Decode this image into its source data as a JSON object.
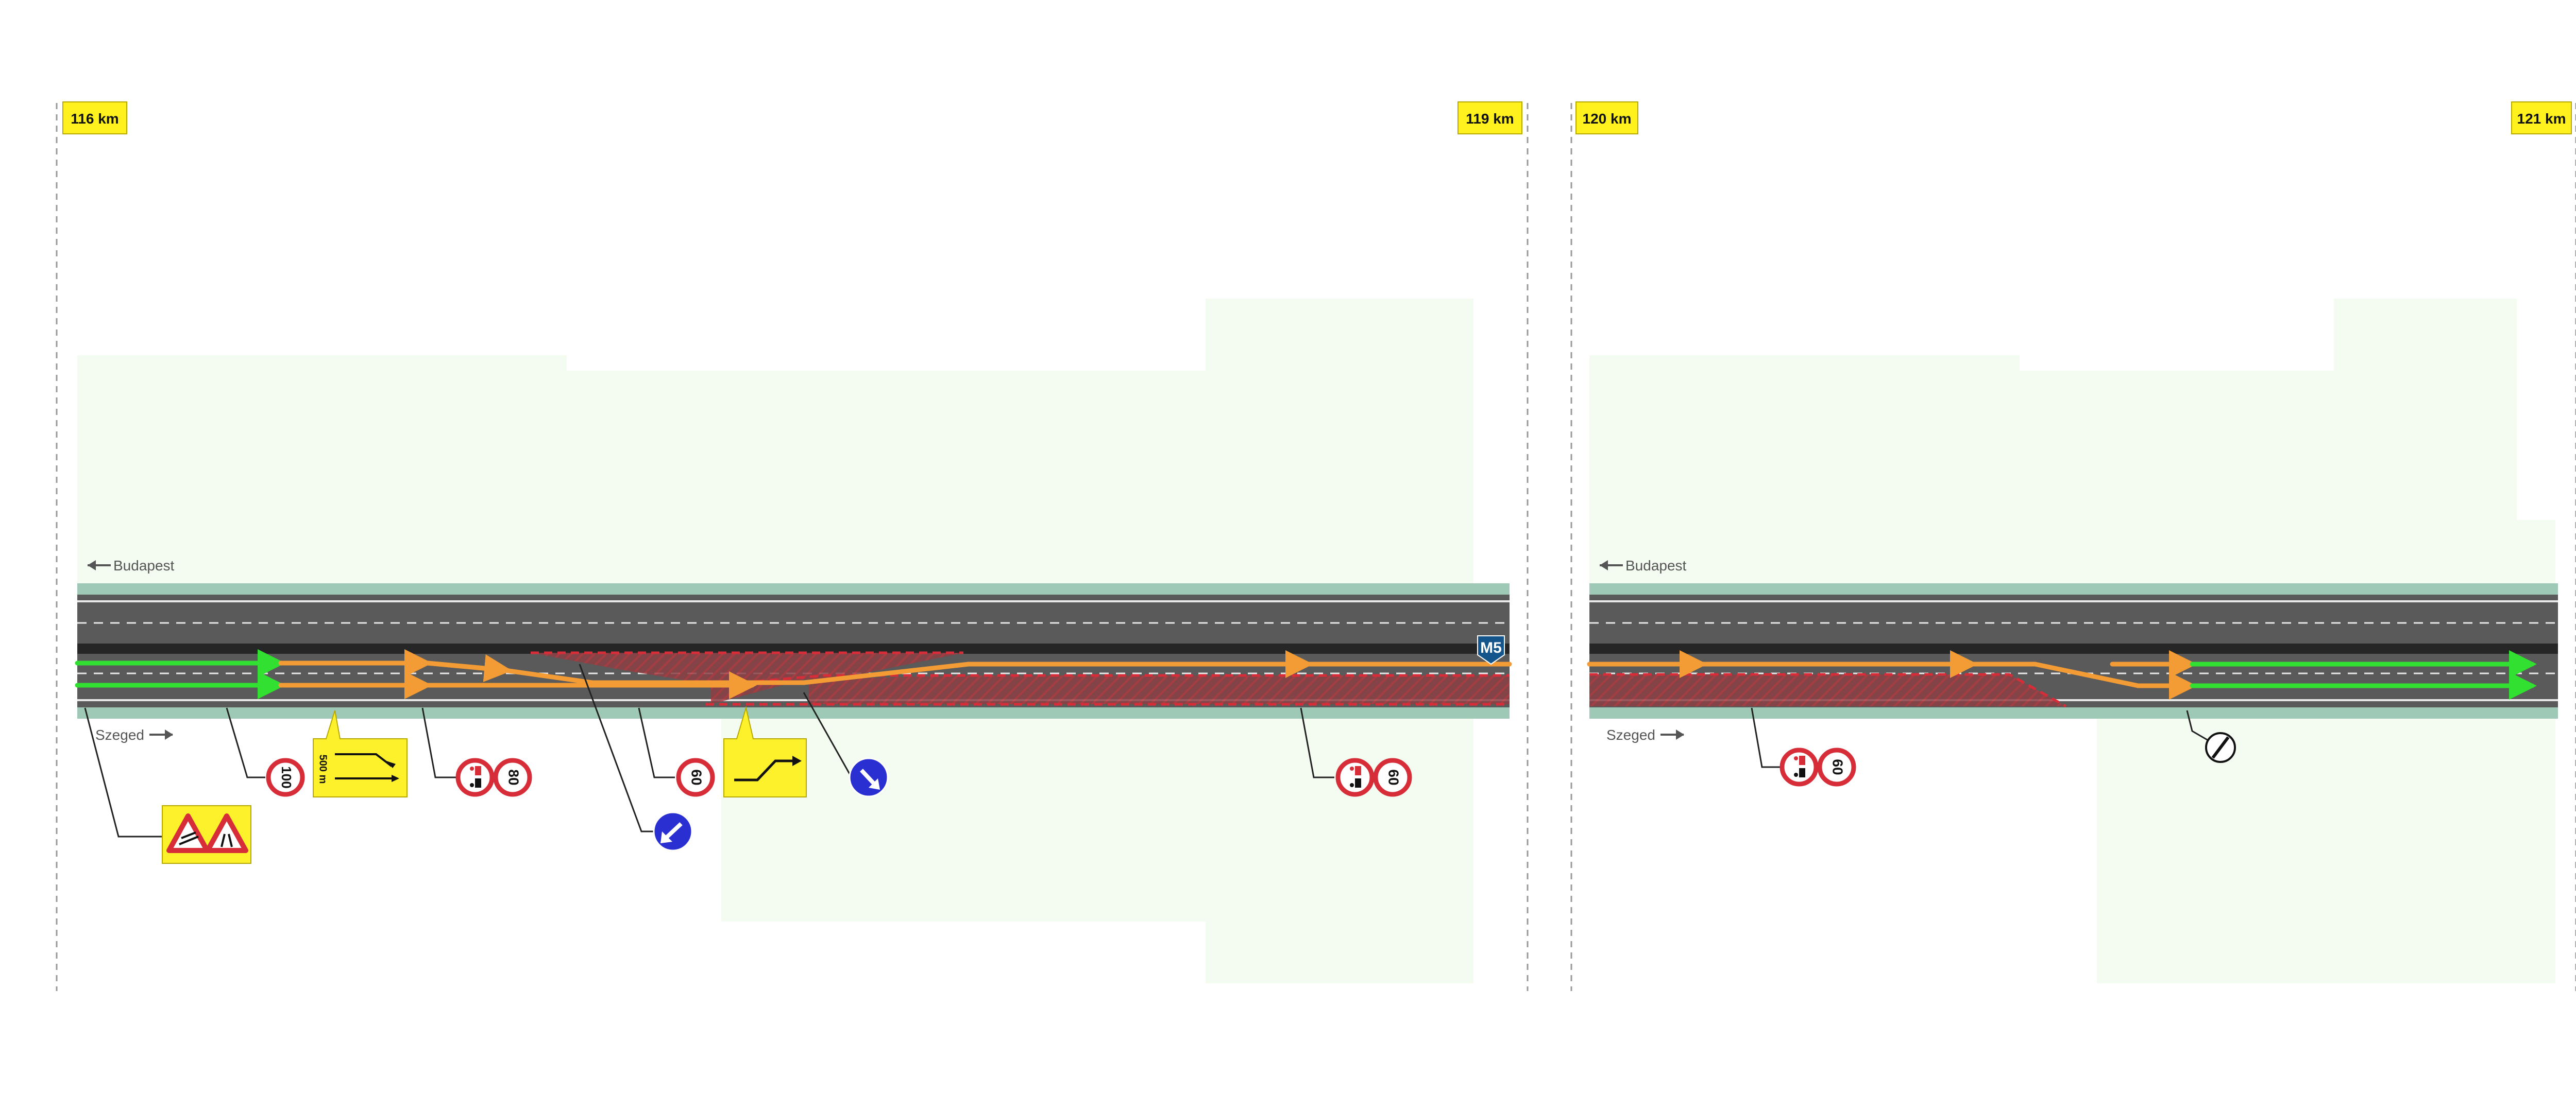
{
  "panels": [
    {
      "km_start": "116 km",
      "km_end": "119 km",
      "direction_left": "Budapest",
      "direction_right": "Szeged",
      "highway_shield": "M5",
      "signs": {
        "speed_100": "100",
        "distance_500": "500 m",
        "speed_80": "80",
        "speed_60_a": "60",
        "speed_60_b": "60"
      }
    },
    {
      "km_start": "120 km",
      "km_end": "121 km",
      "direction_left": "Budapest",
      "direction_right": "Szeged",
      "signs": {
        "speed_60": "60"
      }
    }
  ],
  "colors": {
    "background": "#ffffff",
    "verge": "#f4fcf1",
    "shoulder": "#9ec9b7",
    "asphalt": "#5a5a5a",
    "median": "#262626",
    "closed_zone": "#b1393f",
    "lane_open": "#32e032",
    "lane_detour": "#f39b35",
    "km_tag": "#fff11e",
    "sign_yellow": "#fcf12b",
    "sign_red": "#d62d38",
    "sign_blue": "#2a2fd1",
    "shield_blue": "#14558b"
  },
  "icons": [
    "left-arrow-icon",
    "right-arrow-icon",
    "roadworks-warning-icon",
    "lane-shift-icon",
    "keep-left-icon",
    "keep-right-icon",
    "no-overtaking-trucks-icon",
    "end-of-restrictions-icon"
  ]
}
